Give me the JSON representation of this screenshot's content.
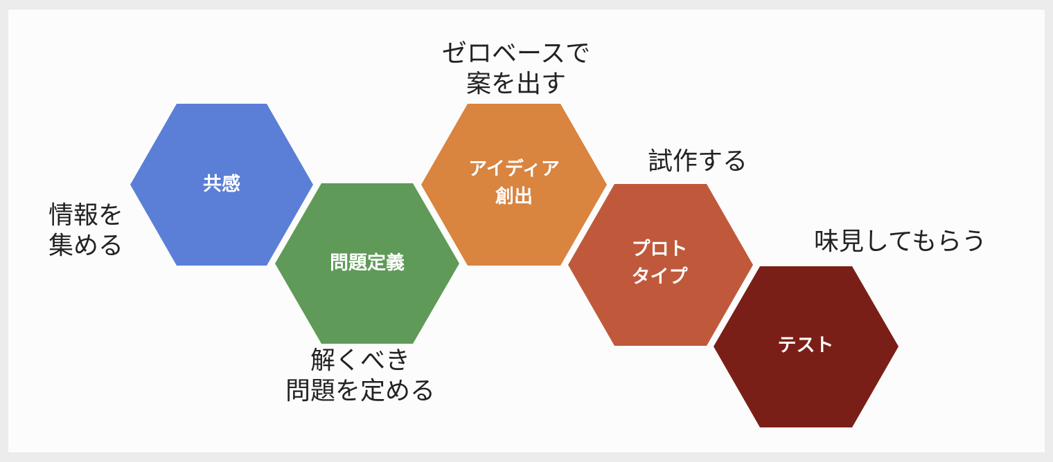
{
  "steps": [
    {
      "label": "共感",
      "note_lines": [
        "情報を",
        "集める"
      ],
      "color": "#5b7fd6"
    },
    {
      "label": "問題定義",
      "note_lines": [
        "解くべき",
        "問題を定める"
      ],
      "color": "#5f9a58"
    },
    {
      "label_lines": [
        "アイディア",
        "創出"
      ],
      "note_lines": [
        "ゼロベースで",
        "案を出す"
      ],
      "color": "#d9843f"
    },
    {
      "label_lines": [
        "プロト",
        "タイプ"
      ],
      "note": "試作する",
      "color": "#c0593b"
    },
    {
      "label": "テスト",
      "note": "味見してもらう",
      "color": "#7a1f17"
    }
  ]
}
